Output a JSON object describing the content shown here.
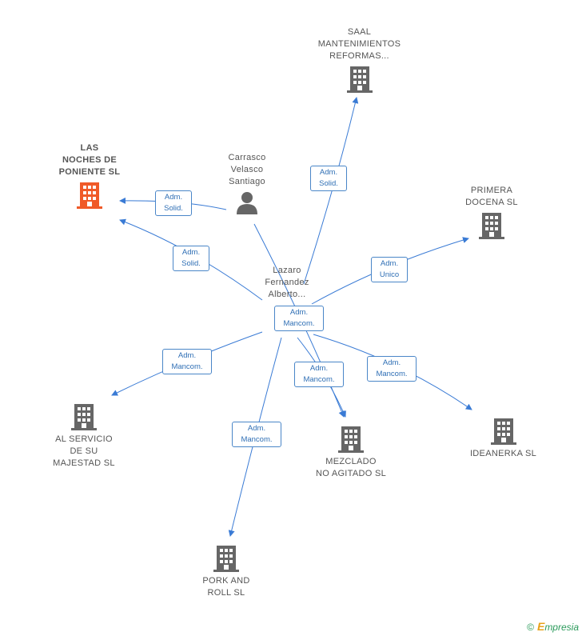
{
  "colors": {
    "edge": "#3a7bd5",
    "building": "#666666",
    "main_building": "#f05a28",
    "person": "#666666"
  },
  "nodes": {
    "saal": {
      "lines": [
        "SAAL",
        "MANTENIMIENTOS",
        "REFORMAS..."
      ],
      "icon": "building-icon"
    },
    "las_noches": {
      "lines": [
        "LAS",
        "NOCHES DE",
        "PONIENTE SL"
      ],
      "icon": "building-icon"
    },
    "carrasco": {
      "lines": [
        "Carrasco",
        "Velasco",
        "Santiago"
      ],
      "icon": "person-icon"
    },
    "primera": {
      "lines": [
        "PRIMERA",
        "DOCENA SL"
      ],
      "icon": "building-icon"
    },
    "lazaro": {
      "lines": [
        "Lazaro",
        "Fernandez",
        "Alberto..."
      ],
      "icon": "person-icon"
    },
    "al_servicio": {
      "lines": [
        "AL SERVICIO",
        "DE SU",
        "MAJESTAD SL"
      ],
      "icon": "building-icon"
    },
    "mezclado": {
      "lines": [
        "MEZCLADO",
        "NO AGITADO SL"
      ],
      "icon": "building-icon"
    },
    "ideanerka": {
      "lines": [
        "IDEANERKA SL"
      ],
      "icon": "building-icon"
    },
    "pork": {
      "lines": [
        "PORK AND",
        "ROLL SL"
      ],
      "icon": "building-icon"
    }
  },
  "badges": {
    "b_carrasco_lasnoches": [
      "Adm.",
      "Solid."
    ],
    "b_lazaro_lasnoches": [
      "Adm.",
      "Solid."
    ],
    "b_lazaro_saal": [
      "Adm.",
      "Solid."
    ],
    "b_lazaro_primera": [
      "Adm.",
      "Unico"
    ],
    "b_lazaro_center": [
      "Adm.",
      "Mancom."
    ],
    "b_lazaro_alservicio": [
      "Adm.",
      "Mancom."
    ],
    "b_lazaro_mezclado": [
      "Adm.",
      "Mancom."
    ],
    "b_lazaro_ideanerka": [
      "Adm.",
      "Mancom."
    ],
    "b_lazaro_pork": [
      "Adm.",
      "Mancom."
    ]
  },
  "footer": {
    "copyright": "©",
    "brand_initial": "E",
    "brand_rest": "mpresia"
  }
}
